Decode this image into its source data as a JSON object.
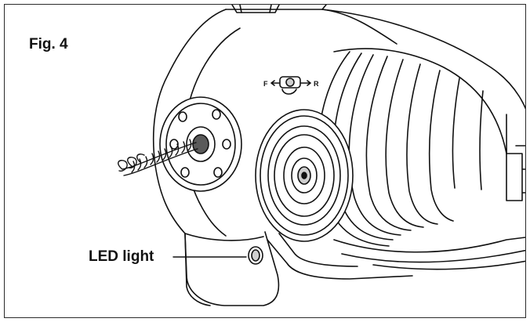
{
  "figure": {
    "label": "Fig. 4"
  },
  "callouts": {
    "led_light": "LED light"
  },
  "switch": {
    "forward_label": "F",
    "reverse_label": "R"
  },
  "colors": {
    "line": "#111111",
    "shade": "#cfcfcf",
    "dark": "#5a5a5a",
    "background": "#ffffff"
  }
}
